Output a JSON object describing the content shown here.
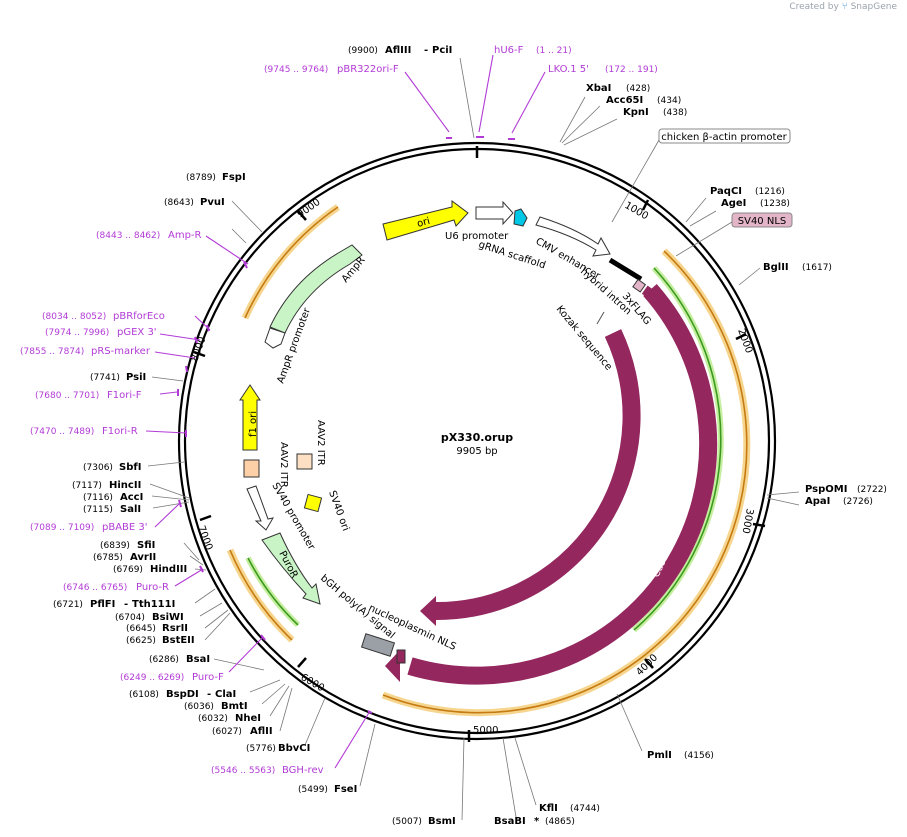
{
  "credit": {
    "prefix": "Created by",
    "brand": "SnapGene"
  },
  "plasmid": {
    "name": "pX330.orup",
    "length": "9905 bp"
  },
  "ticks": [
    "1000",
    "2000",
    "3000",
    "4000",
    "5000",
    "6000",
    "7000",
    "8000",
    "9000"
  ],
  "enzymes_top": [
    {
      "pos": "(9900)",
      "name": "AflIII",
      "sep": "-",
      "name2": "PciI"
    },
    {
      "pos": "(428)",
      "name": "XbaI"
    },
    {
      "pos": "(434)",
      "name": "Acc65I"
    },
    {
      "pos": "(438)",
      "name": "KpnI"
    },
    {
      "pos": "(1216)",
      "name": "PaqCI"
    },
    {
      "pos": "(1238)",
      "name": "AgeI"
    },
    {
      "pos": "(1617)",
      "name": "BglII"
    },
    {
      "pos": "(2722)",
      "name": "PspOMI"
    },
    {
      "pos": "(2726)",
      "name": "ApaI"
    },
    {
      "pos": "(4156)",
      "name": "PmlI"
    },
    {
      "pos": "(4744)",
      "name": "KflI"
    },
    {
      "pos": "(4865)",
      "name": "BsaBI",
      "star": "*"
    },
    {
      "pos": "(5007)",
      "name": "BsmI"
    },
    {
      "pos": "(5499)",
      "name": "FseI"
    },
    {
      "pos": "(5776)",
      "name": "BbvCI"
    },
    {
      "pos": "(6027)",
      "name": "AflII"
    },
    {
      "pos": "(6032)",
      "name": "NheI"
    },
    {
      "pos": "(6036)",
      "name": "BmtI"
    },
    {
      "pos": "(6108)",
      "name": "BspDI",
      "sep": "-",
      "name2": "ClaI"
    },
    {
      "pos": "(6286)",
      "name": "BsaI"
    },
    {
      "pos": "(6625)",
      "name": "BstEII"
    },
    {
      "pos": "(6645)",
      "name": "RsrII"
    },
    {
      "pos": "(6704)",
      "name": "BsiWI"
    },
    {
      "pos": "(6721)",
      "name": "PflFI",
      "sep": "-",
      "name2": "Tth111I"
    },
    {
      "pos": "(6769)",
      "name": "HindIII"
    },
    {
      "pos": "(6785)",
      "name": "AvrII"
    },
    {
      "pos": "(6839)",
      "name": "SfiI"
    },
    {
      "pos": "(7115)",
      "name": "SalI"
    },
    {
      "pos": "(7116)",
      "name": "AccI"
    },
    {
      "pos": "(7117)",
      "name": "HincII"
    },
    {
      "pos": "(7306)",
      "name": "SbfI"
    },
    {
      "pos": "(7741)",
      "name": "PsiI"
    },
    {
      "pos": "(8643)",
      "name": "PvuI"
    },
    {
      "pos": "(8789)",
      "name": "FspI"
    }
  ],
  "primers": [
    {
      "pos": "(9745 .. 9764)",
      "name": "pBR322ori-F"
    },
    {
      "pos": "(1 .. 21)",
      "name": "hU6-F"
    },
    {
      "pos": "(172 .. 191)",
      "name": "LKO.1 5'"
    },
    {
      "pos": "(8443 .. 8462)",
      "name": "Amp-R"
    },
    {
      "pos": "(8034 .. 8052)",
      "name": "pBRforEco"
    },
    {
      "pos": "(7974 .. 7996)",
      "name": "pGEX 3'"
    },
    {
      "pos": "(7855 .. 7874)",
      "name": "pRS-marker"
    },
    {
      "pos": "(7680 .. 7701)",
      "name": "F1ori-F"
    },
    {
      "pos": "(7470 .. 7489)",
      "name": "F1ori-R"
    },
    {
      "pos": "(7089 .. 7109)",
      "name": "pBABE 3'"
    },
    {
      "pos": "(6746 .. 6765)",
      "name": "Puro-R"
    },
    {
      "pos": "(6249 .. 6269)",
      "name": "Puro-F"
    },
    {
      "pos": "(5546 .. 5563)",
      "name": "BGH-rev"
    }
  ],
  "features": {
    "chicken": "chicken β-actin promoter",
    "sv40nls": "SV40 NLS",
    "ori": "ori",
    "u6": "U6 promoter",
    "grna": "gRNA scaffold",
    "cmv": "CMV enhancer",
    "hybrid": "hybrid intron",
    "flag": "3xFLAG",
    "kozak": "Kozak sequence",
    "cas9a": "Cas9",
    "cas9b": "Cas9",
    "ampr": "AmpR",
    "amppro": "AmpR promoter",
    "f1": "f1 ori",
    "itr1": "AAV2 ITR",
    "itr2": "AAV2 ITR",
    "sv40ori": "SV40 ori",
    "sv40pro": "SV40 promoter",
    "puror": "PuroR",
    "bgh": "bGH poly(A) signal",
    "nls": "nucleoplasmin NLS"
  },
  "colors": {
    "cas9": "#93275e",
    "ori": "#ffff00",
    "orange": "#f4b942",
    "green": "#4aa12c",
    "primer": "#b23bd6",
    "u6": "#00c8e6",
    "sv40nls_fill": "#e3b5c8"
  }
}
